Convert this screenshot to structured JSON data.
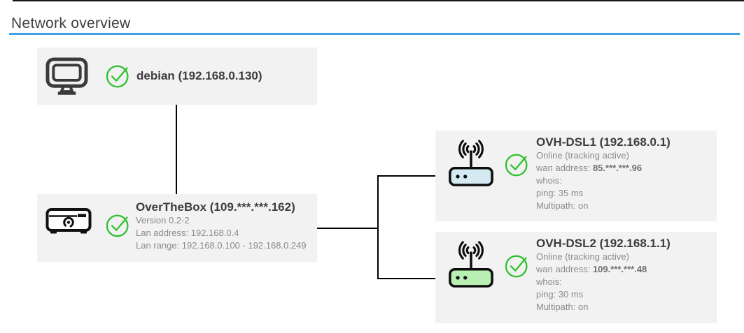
{
  "page": {
    "title": "Network overview"
  },
  "colors": {
    "accent_blue": "#3EA2E5",
    "status_green": "#2EC22E",
    "card_bg": "#F2F2F2",
    "router_dsl1_fill": "#D3EAF2",
    "router_dsl2_fill": "#B9EFB2"
  },
  "nodes": {
    "debian": {
      "title": "debian (192.168.0.130)"
    },
    "overthebox": {
      "title": "OverTheBox (109.***.***.162)",
      "version": "Version 0.2-2",
      "lan_address": "Lan address: 192.168.0.4",
      "lan_range": "Lan range: 192.168.0.100 - 192.168.0.249"
    },
    "dsl1": {
      "title": "OVH-DSL1 (192.168.0.1)",
      "status": "Online (tracking active)",
      "wan_label": "wan address: ",
      "wan_value": "85.***.***.96",
      "whois": "whois:",
      "ping": "ping: 35 ms",
      "multipath": "Multipath: on"
    },
    "dsl2": {
      "title": "OVH-DSL2 (192.168.1.1)",
      "status": "Online (tracking active)",
      "wan_label": "wan address: ",
      "wan_value": "109.***.***.48",
      "whois": "whois:",
      "ping": "ping: 30 ms",
      "multipath": "Multipath: on"
    }
  }
}
